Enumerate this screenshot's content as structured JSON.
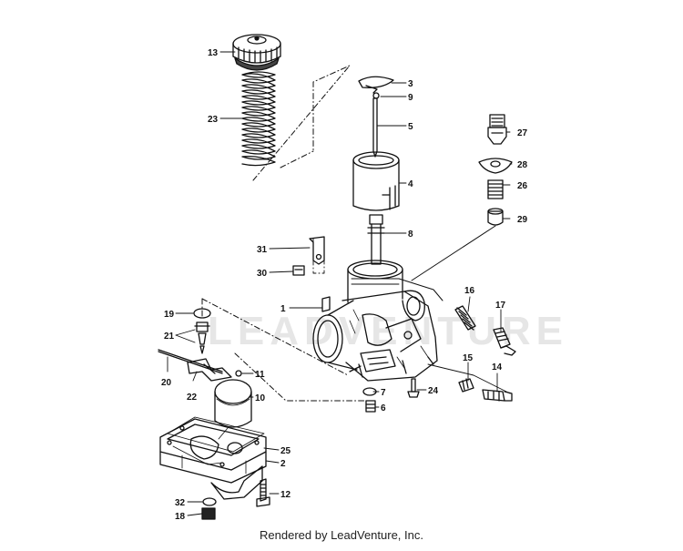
{
  "watermark": "LEADVENTURE",
  "footer": "Rendered by LeadVenture, Inc.",
  "callouts": [
    "13",
    "23",
    "3",
    "9",
    "5",
    "4",
    "8",
    "27",
    "28",
    "26",
    "29",
    "31",
    "30",
    "1",
    "16",
    "17",
    "19",
    "21",
    "20",
    "22",
    "11",
    "10",
    "15",
    "14",
    "7",
    "24",
    "6",
    "25",
    "2",
    "12",
    "32",
    "18"
  ]
}
